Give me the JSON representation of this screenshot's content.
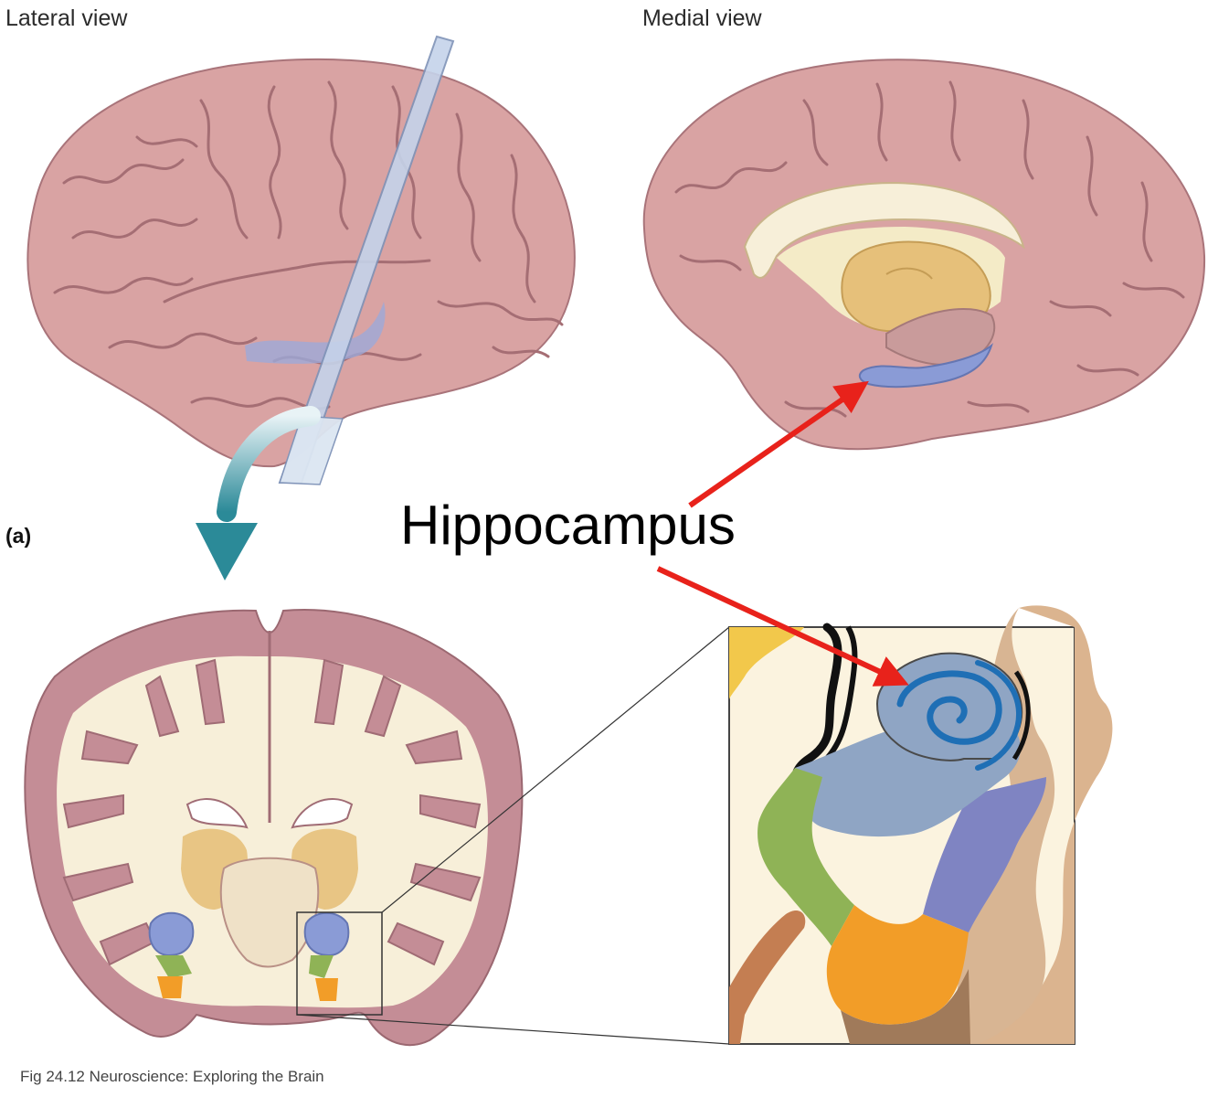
{
  "labels": {
    "lateral_view": "Lateral view",
    "medial_view": "Medial view",
    "panel": "(a)",
    "callout": "Hippocampus",
    "caption": "Fig 24.12 Neuroscience: Exploring the Brain"
  },
  "colors": {
    "cortex": "#d9a3a3",
    "cortex_dark": "#b17c80",
    "white_matter": "#f7efd9",
    "hippocampus": "#8a9bd6",
    "thalamus": "#e6c07a",
    "arrow": "#e8221b",
    "transfer_arrow": "#2e8f9c",
    "inset_blue": "#8fa5c4",
    "inset_green": "#8fb356",
    "inset_orange": "#f29d28",
    "inset_purple": "#7f84c2",
    "inset_tan": "#d8b593"
  }
}
